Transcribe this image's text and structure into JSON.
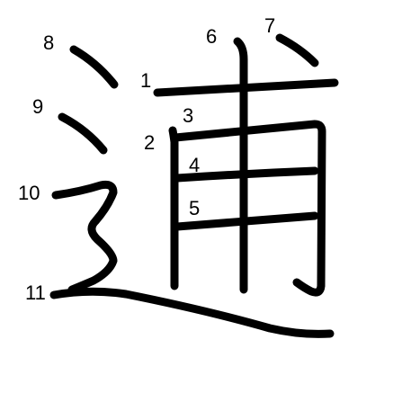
{
  "character": "逋",
  "stroke_color": "#000000",
  "background_color": "#ffffff",
  "stroke_numbers": [
    "1",
    "2",
    "3",
    "4",
    "5",
    "6",
    "7",
    "8",
    "9",
    "10",
    "11"
  ]
}
